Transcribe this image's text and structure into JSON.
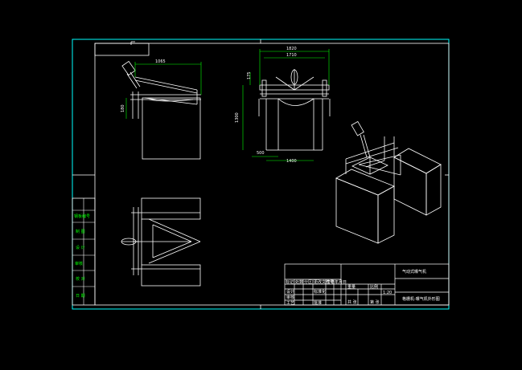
{
  "drawing": {
    "background": "#000000",
    "frame_color": "#00ffff",
    "line_color": "#ffffff",
    "accent_color": "#00ff00",
    "dim_color": "#00ff00"
  },
  "dimensions": {
    "side_top": "1065",
    "side_left": "180",
    "front_top_outer": "1820",
    "front_top_inner": "1710",
    "front_left_small": "175",
    "front_left_height": "1300",
    "front_bottom_left": "500",
    "front_bottom_width": "1400"
  },
  "side_labels": {
    "label_1": "钢板编号",
    "label_2": "制 图",
    "label_3": "设 计",
    "label_4": "审核",
    "label_5": "校 对",
    "label_6": "日 期"
  },
  "title_block": {
    "company": "气动式曝气机",
    "drawing_title": "格栅机-曝气机外形图",
    "row1": [
      "标记",
      "处数",
      "分区",
      "更改文件号",
      "签名",
      "年月日"
    ],
    "row2": [
      "设计",
      "",
      "标准化",
      ""
    ],
    "row3": [
      "审核",
      "",
      "",
      ""
    ],
    "row4": [
      "工艺",
      "",
      "批准",
      ""
    ],
    "scale_label": "比例",
    "scale_value": "1:20",
    "weight_label": "重量",
    "sheet_label": "共 张",
    "sheet_no": "第 张"
  }
}
